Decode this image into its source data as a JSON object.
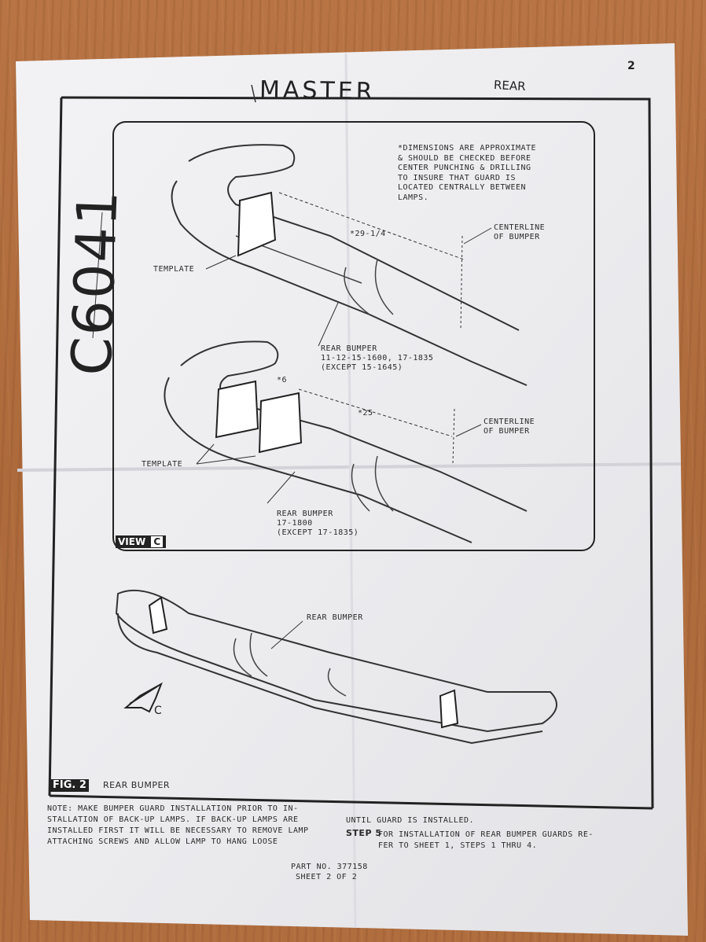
{
  "handwriting": {
    "master": "MASTER",
    "rear": "REAR",
    "corner_mark": "2",
    "side_code": "C6041"
  },
  "view_c": {
    "note": "*DIMENSIONS ARE APPROXIMATE\n& SHOULD BE CHECKED BEFORE\nCENTER PUNCHING & DRILLING\nTO INSURE THAT GUARD IS\nLOCATED CENTRALLY BETWEEN\nLAMPS.",
    "top": {
      "dimension": "*29-1/4",
      "centerline": "CENTERLINE\nOF BUMPER",
      "template": "TEMPLATE",
      "bumper": "REAR BUMPER\n11-12-15-1600, 17-1835\n(EXCEPT 15-1645)"
    },
    "bottom": {
      "dimension_small": "*6",
      "dimension": "*25",
      "centerline": "CENTERLINE\nOF BUMPER",
      "template": "TEMPLATE",
      "bumper": "REAR BUMPER\n17-1800\n(EXCEPT 17-1835)"
    },
    "view_label": "VIEW",
    "view_letter": "C"
  },
  "fig2": {
    "bumper_label": "REAR BUMPER",
    "arrow_letter": "C",
    "fig_label": "FIG. 2",
    "caption": "REAR BUMPER"
  },
  "notes": {
    "left": "NOTE: MAKE BUMPER GUARD INSTALLATION PRIOR TO IN-\nSTALLATION OF BACK-UP LAMPS. IF BACK-UP LAMPS ARE\nINSTALLED FIRST IT WILL BE NECESSARY TO REMOVE LAMP\nATTACHING SCREWS AND ALLOW LAMP TO HANG LOOSE",
    "right_top": "UNTIL GUARD IS INSTALLED.",
    "step_label": "STEP 5",
    "step_text": "FOR INSTALLATION OF REAR BUMPER GUARDS RE-\nFER TO SHEET 1, STEPS 1 THRU 4."
  },
  "footer": {
    "part_no": "PART NO. 377158",
    "sheet": "SHEET 2 OF 2"
  }
}
